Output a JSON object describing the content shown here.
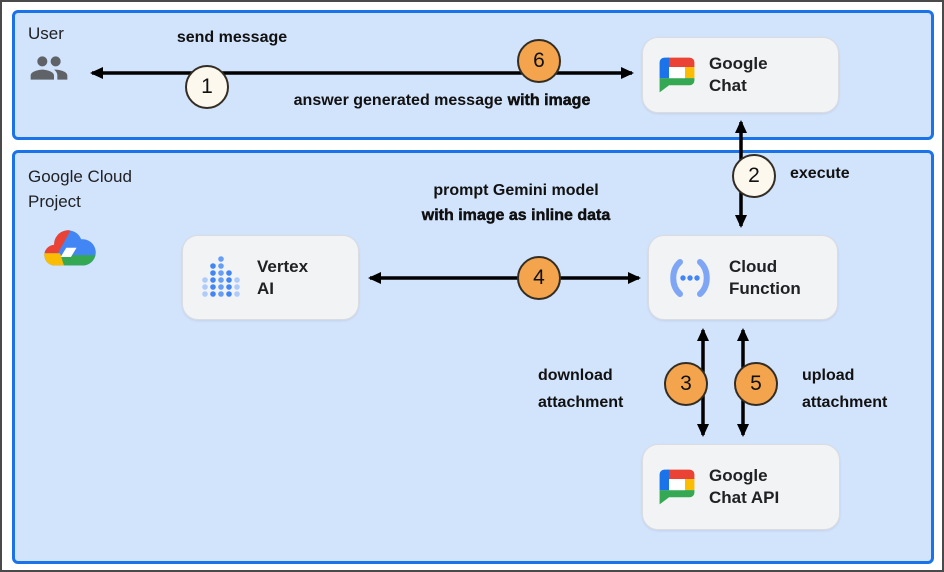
{
  "sections": {
    "user": {
      "label": "User"
    },
    "cloud_project": {
      "line1": "Google Cloud",
      "line2": "Project"
    }
  },
  "nodes": {
    "google_chat": {
      "line1": "Google",
      "line2": "Chat"
    },
    "vertex_ai": {
      "line1": "Vertex",
      "line2": "AI"
    },
    "cloud_function": {
      "line1": "Cloud",
      "line2": "Function"
    },
    "google_chat_api": {
      "line1": "Google",
      "line2": "Chat API"
    }
  },
  "edges": {
    "send_message": {
      "label": "send message",
      "step": "1"
    },
    "answer": {
      "label": "answer generated message",
      "label_bold": "with image",
      "step": "6"
    },
    "execute": {
      "label": "execute",
      "step": "2"
    },
    "prompt": {
      "label": "prompt Gemini model",
      "label_bold": "with image as inline data",
      "step": "4"
    },
    "download": {
      "line1": "download",
      "line2": "attachment",
      "step": "3"
    },
    "upload": {
      "line1": "upload",
      "line2": "attachment",
      "step": "5"
    }
  },
  "icons": {
    "user": "people-group-icon",
    "google_cloud": "google-cloud-logo",
    "google_chat": "google-chat-logo",
    "vertex_ai": "vertex-ai-dots-icon",
    "cloud_function": "cloud-functions-brackets-icon"
  },
  "colors": {
    "section_fill": "#d2e3fc",
    "section_border": "#1a73e8",
    "node_fill": "#f1f3f4",
    "node_border": "#dadce0",
    "step_circle_light": "#fdf8ee",
    "step_circle_orange": "#f4a44c",
    "arrow": "#000000",
    "text": "#202124",
    "google_blue": "#4285f4",
    "google_red": "#ea4335",
    "google_yellow": "#fbbc04",
    "google_green": "#34a853"
  }
}
